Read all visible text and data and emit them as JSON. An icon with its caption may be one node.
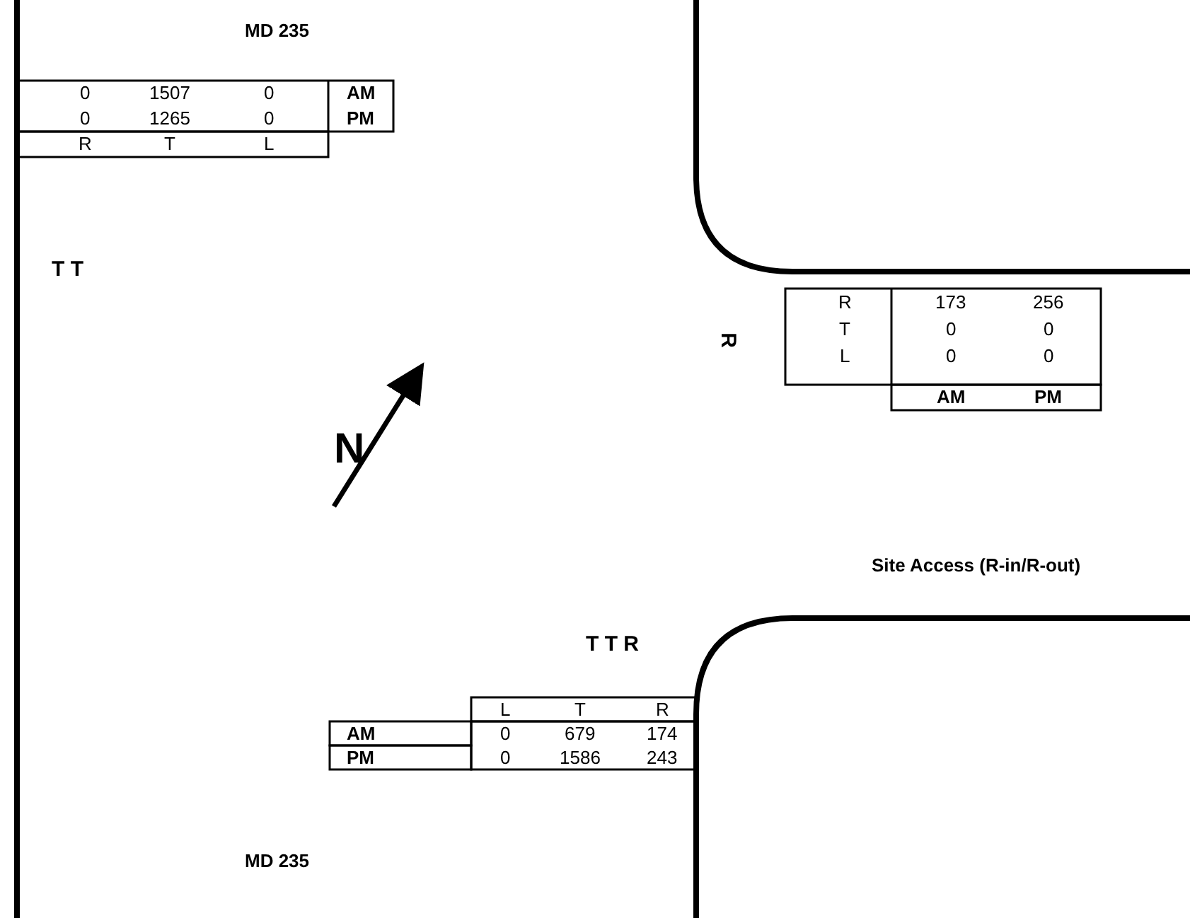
{
  "diagram": {
    "labels": [
      "MD 235",
      "0",
      "1507",
      "0",
      "AM",
      "0",
      "1265",
      "0",
      "PM",
      "R",
      "T",
      "L",
      "T T",
      "R",
      "R",
      "173",
      "256",
      "T",
      "0",
      "0",
      "L",
      "0",
      "0",
      "AM",
      "PM",
      "N",
      "Site Access (R-in/R-out)",
      "T T R",
      "L",
      "T",
      "R",
      "AM",
      "0",
      "679",
      "174",
      "PM",
      "0",
      "1586",
      "243",
      "MD 235"
    ]
  }
}
